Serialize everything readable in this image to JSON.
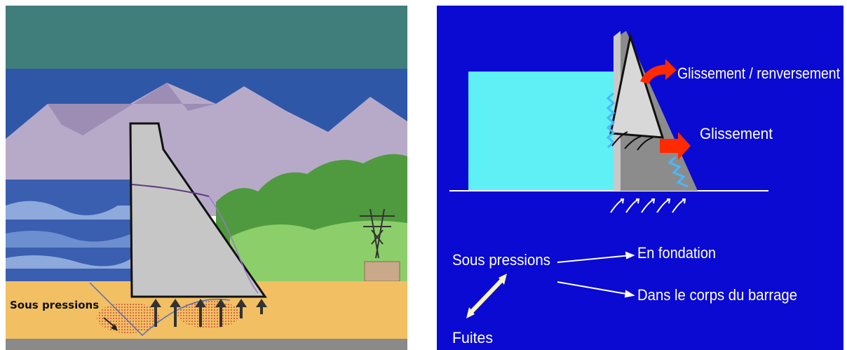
{
  "left_diagram": {
    "uplift_label": "Sous pressions",
    "colors": {
      "sky": "#2f57a8",
      "mountain": "#b7aac9",
      "water_dark": "#3a5fb0",
      "water_light": "#8ea9dc",
      "concrete": "#c6c6c6",
      "ground": "#f2c063",
      "vegetation": "#4f9a3e"
    }
  },
  "right_diagram": {
    "colors": {
      "background": "#0a0ad2",
      "reservoir": "#5ef0f5",
      "dam_front": "#c9c9c9",
      "dam_body": "#8c8c8c",
      "arrow_red": "#ff2a00",
      "arrow_double": "#f8f4c0"
    },
    "labels": {
      "sliding_overturning": "Glissement / renversement",
      "sliding": "Glissement",
      "uplift": "Sous pressions",
      "foundation": "En fondation",
      "dam_body": "Dans le corps du barrage",
      "leaks": "Fuites"
    }
  }
}
